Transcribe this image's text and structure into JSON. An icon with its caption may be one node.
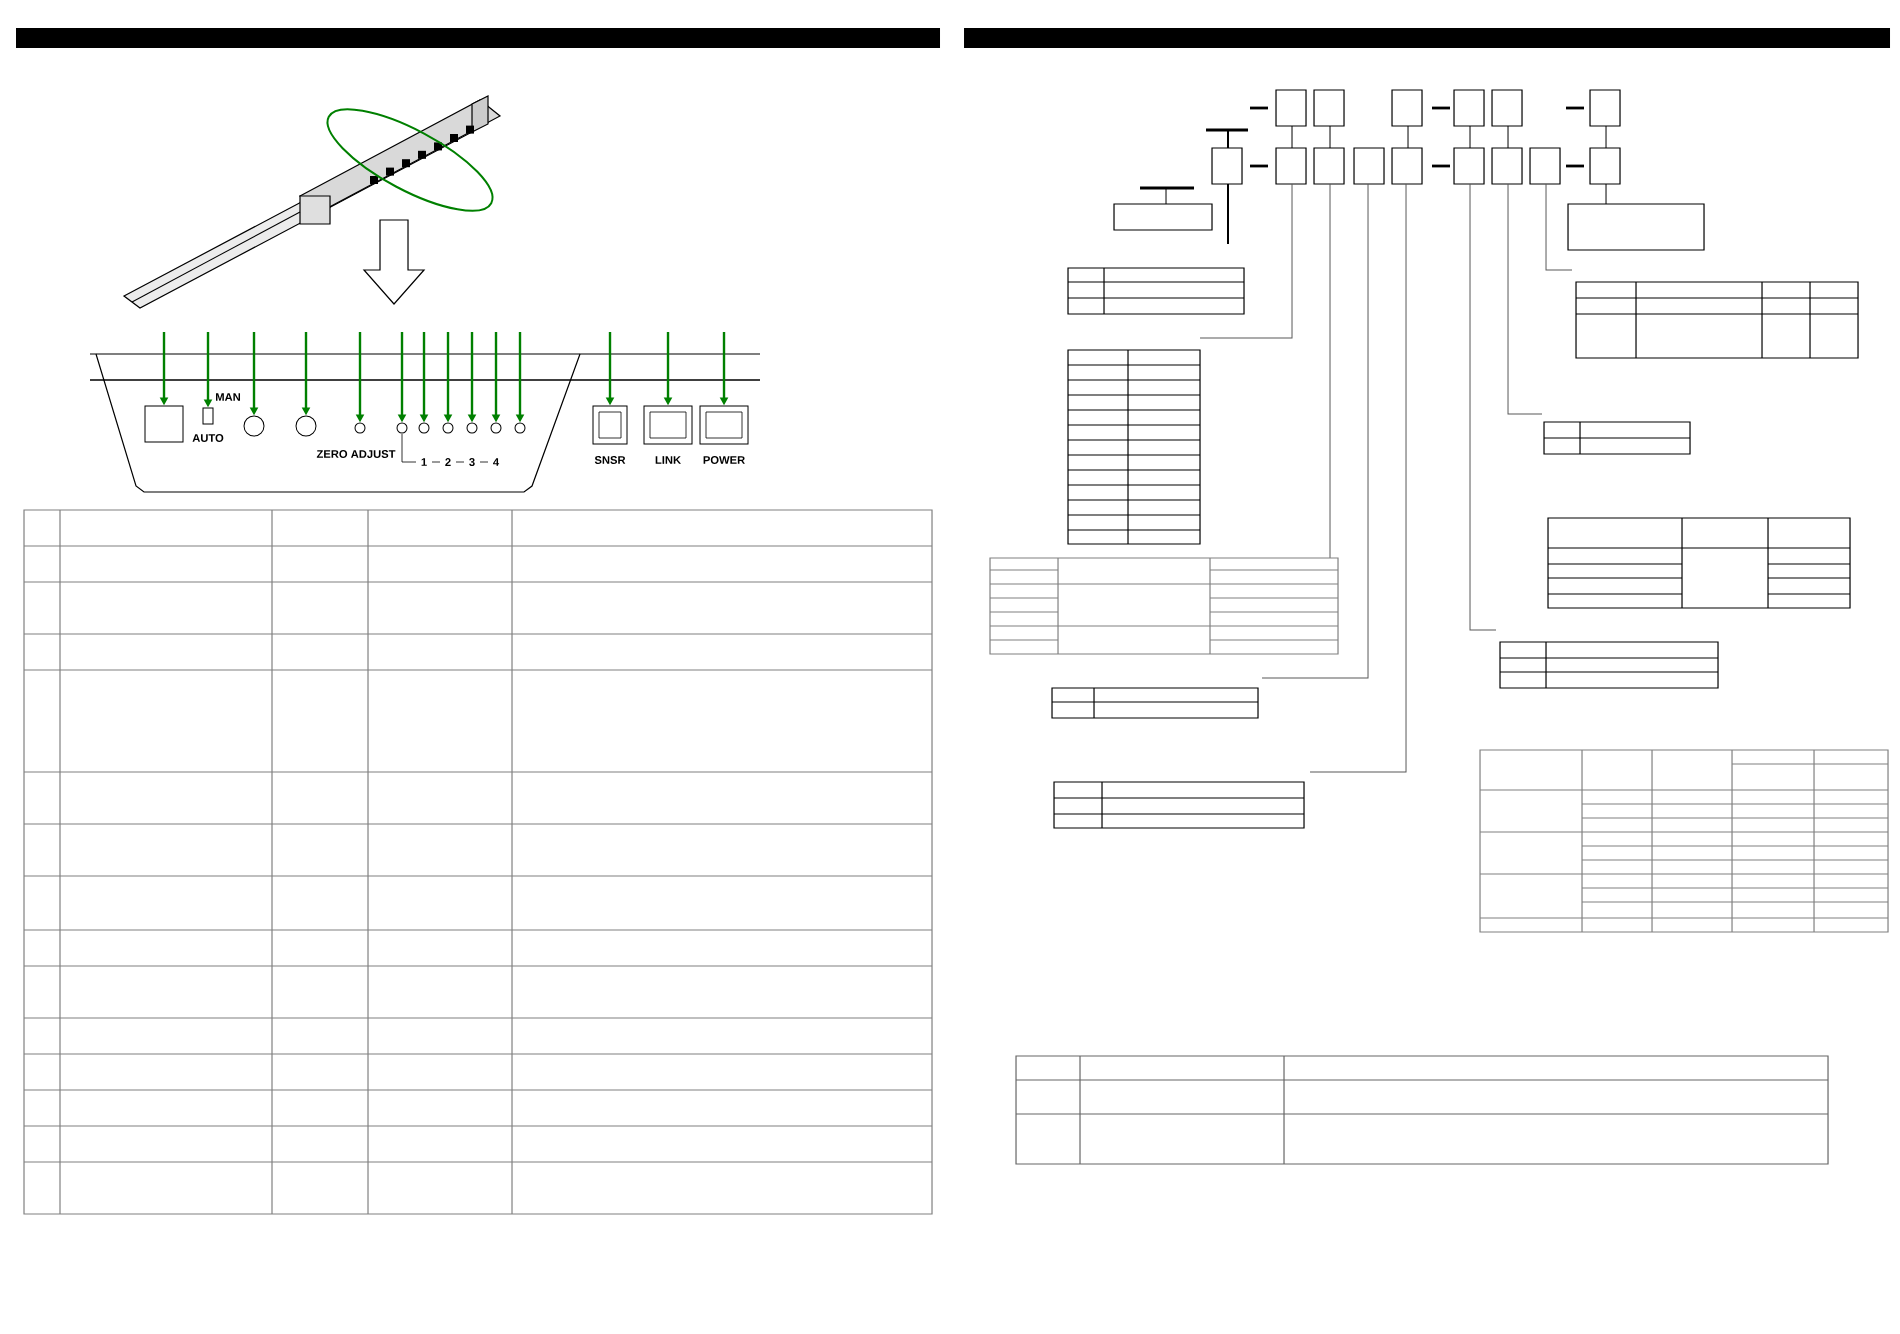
{
  "diagram": {
    "nodes": [
      {
        "text": [],
        "shape": "box"
      },
      {
        "text": [],
        "shape": "box"
      },
      {
        "text": [],
        "shape": "circle"
      },
      {
        "text": [],
        "shape": "circle"
      },
      {
        "text": [],
        "shape": "circle"
      },
      {
        "text": [],
        "shape": "circle"
      },
      {
        "text": [],
        "shape": "circle"
      },
      {
        "text": [],
        "shape": "circle"
      },
      {
        "text": [],
        "shape": "circle"
      },
      {
        "text": [],
        "shape": "circle"
      },
      {
        "text": [],
        "shape": "circle"
      },
      {
        "text": [],
        "shape": "box"
      },
      {
        "text": [],
        "shape": "box"
      },
      {
        "text": [],
        "shape": "box"
      }
    ],
    "edges": [
      {
        "from": null,
        "to": 0,
        "arrow": "to"
      },
      {
        "from": null,
        "to": 1,
        "arrow": "to"
      },
      {
        "from": null,
        "to": 2,
        "arrow": "to"
      },
      {
        "from": null,
        "to": 3,
        "arrow": "to"
      },
      {
        "from": null,
        "to": 4,
        "arrow": "to"
      },
      {
        "from": null,
        "to": 5,
        "arrow": "to"
      },
      {
        "from": null,
        "to": 6,
        "arrow": "to"
      },
      {
        "from": null,
        "to": 7,
        "arrow": "to"
      },
      {
        "from": null,
        "to": 8,
        "arrow": "to"
      },
      {
        "from": null,
        "to": 9,
        "arrow": "to"
      },
      {
        "from": null,
        "to": 10,
        "arrow": "to"
      },
      {
        "from": null,
        "to": 11,
        "arrow": "to"
      },
      {
        "from": null,
        "to": 12,
        "arrow": "to"
      },
      {
        "from": null,
        "to": 13,
        "arrow": "to"
      }
    ],
    "labels": [
      "MAN",
      "AUTO",
      "ZERO ADJUST",
      "1",
      "2",
      "3",
      "4",
      "SNSR",
      "LINK",
      "POWER"
    ]
  }
}
